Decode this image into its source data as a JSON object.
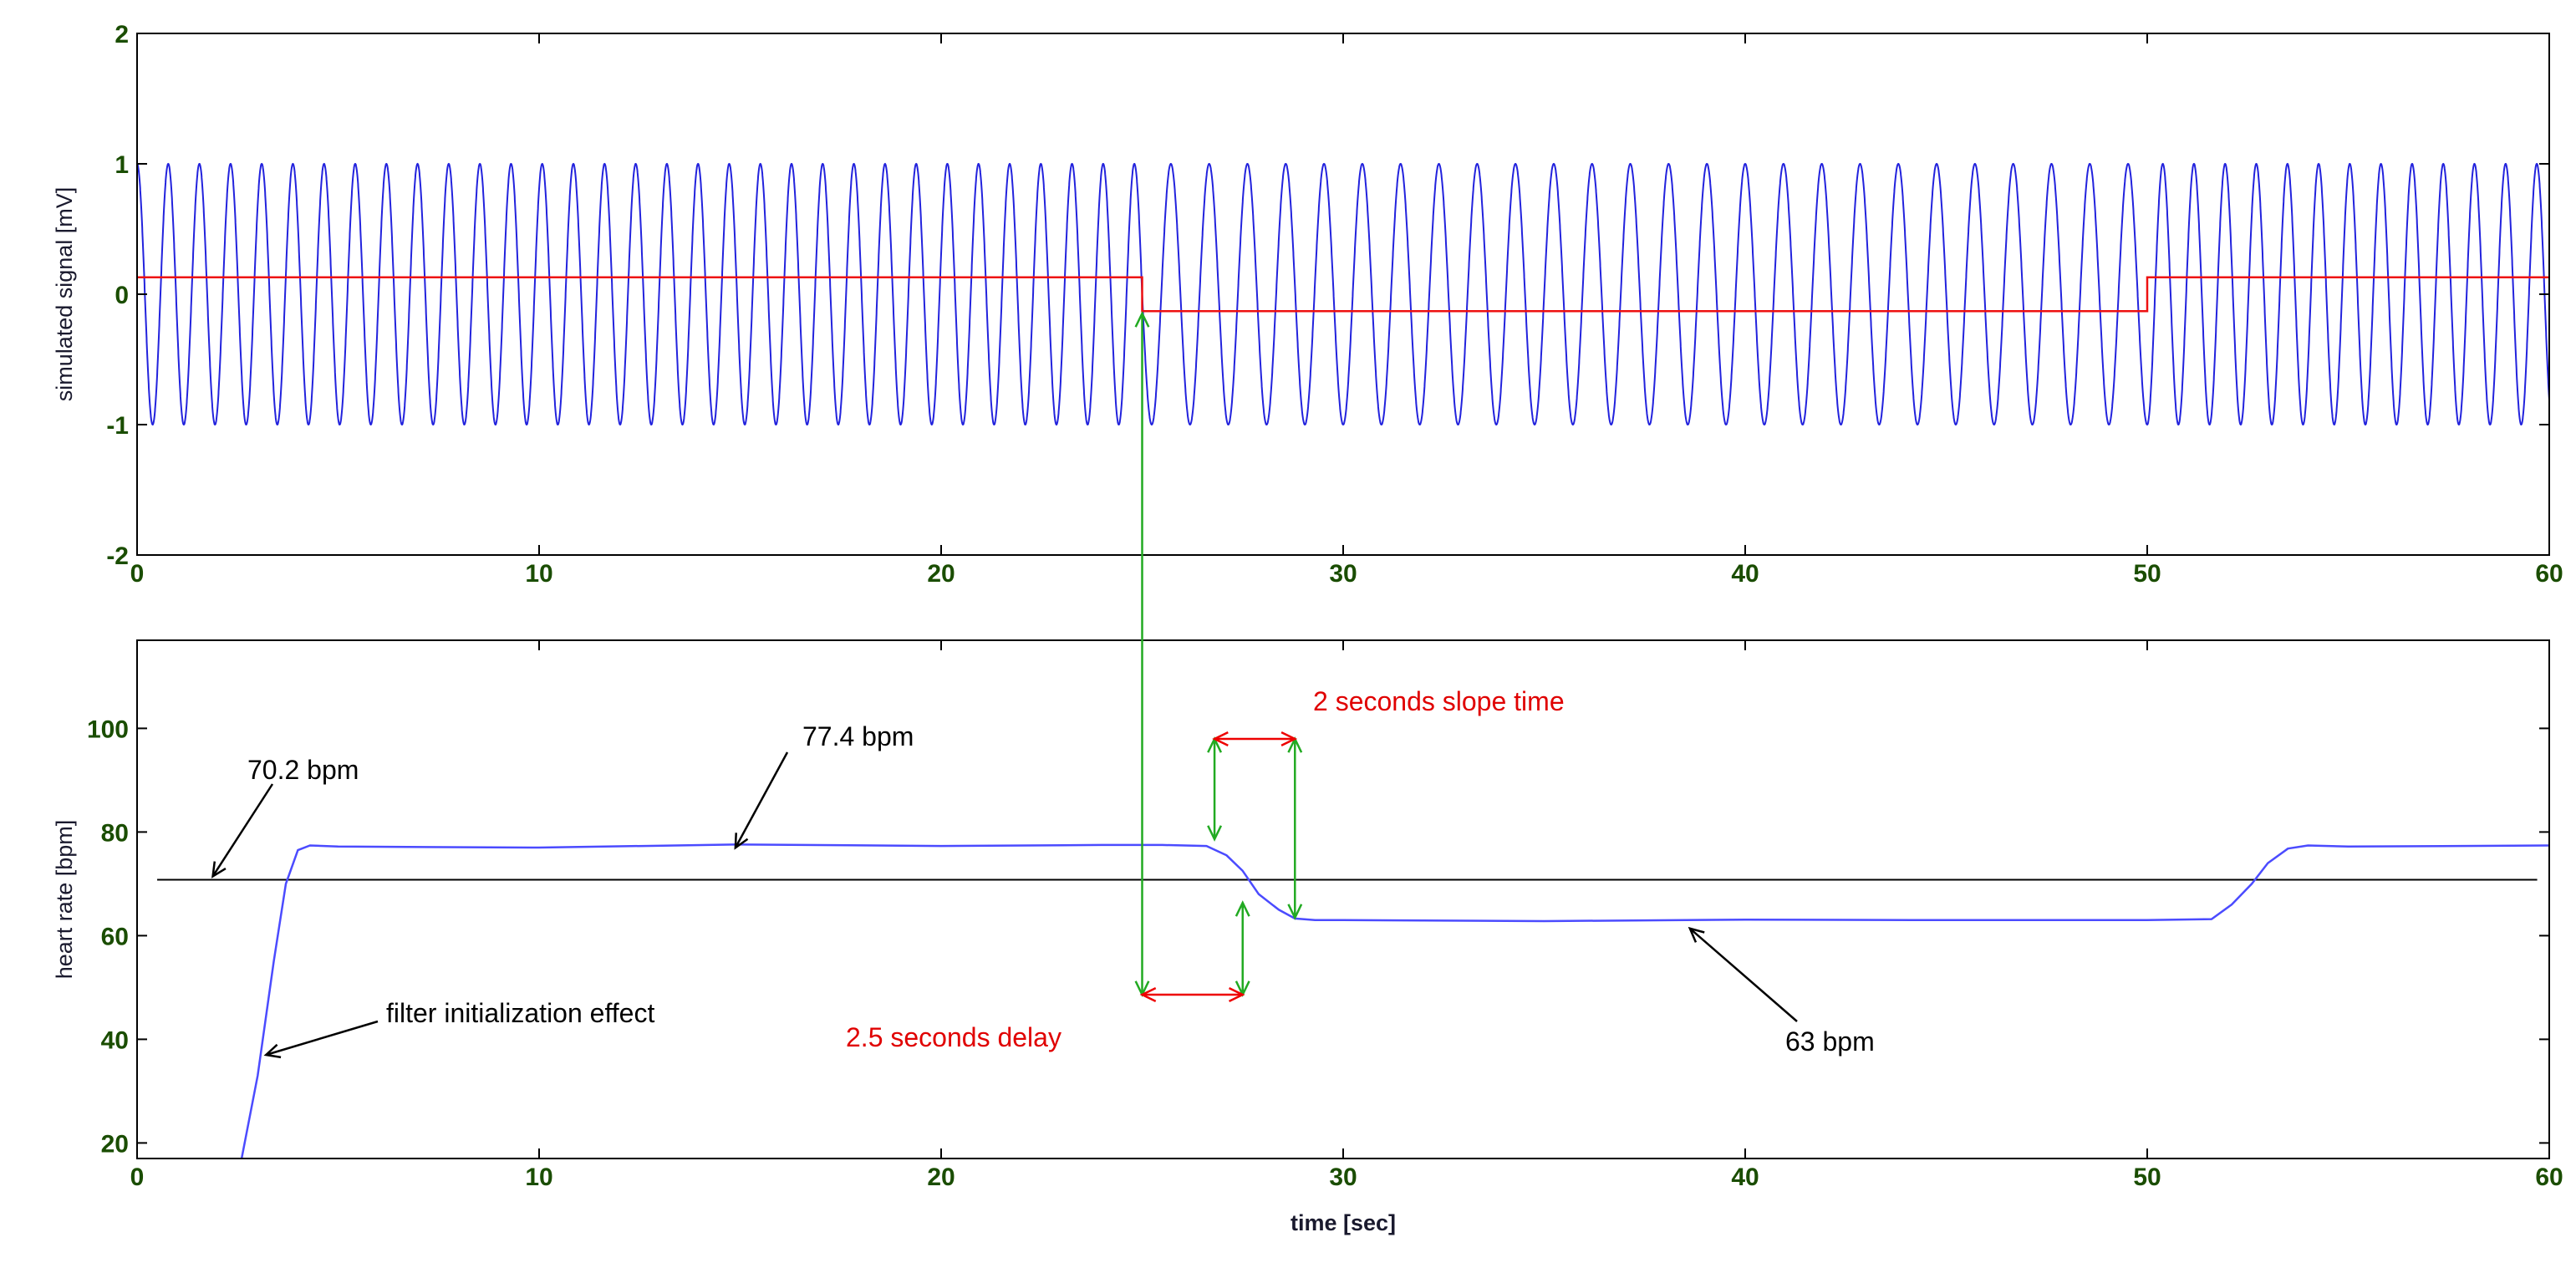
{
  "colors": {
    "signal": "#2222dd",
    "step": "#ee1111",
    "heart_rate": "#4b4bff",
    "mean_line": "#000000",
    "annotation_red": "#e00000",
    "annotation_arrow_black": "#000000",
    "annotation_arrow_green": "#22aa22",
    "annotation_arrow_red": "#ee0000",
    "tick_text": "#1a4d00"
  },
  "chart_data": [
    {
      "type": "line",
      "panel": "top",
      "xlim": [
        0,
        60
      ],
      "ylim": [
        -2,
        2
      ],
      "xticks": [
        "0",
        "10",
        "20",
        "30",
        "40",
        "50",
        "60"
      ],
      "yticks": [
        "-2",
        "-1",
        "0",
        "1",
        "2"
      ],
      "xlabel": "",
      "ylabel": "simulated signal [mV]",
      "grid": false,
      "series": [
        {
          "kind": "sinusoid",
          "amplitude": 1,
          "segments": [
            {
              "t_start": 0,
              "t_end": 25,
              "rate_bpm": 77.4
            },
            {
              "t_start": 25,
              "t_end": 50,
              "rate_bpm": 63
            },
            {
              "t_start": 50,
              "t_end": 60,
              "rate_bpm": 77.4
            }
          ]
        },
        {
          "kind": "step",
          "x": [
            0,
            25,
            25,
            50,
            50,
            60
          ],
          "y": [
            0.13,
            0.13,
            -0.13,
            -0.13,
            0.13,
            0.13
          ]
        }
      ]
    },
    {
      "type": "line",
      "panel": "bottom",
      "xlim": [
        0,
        60
      ],
      "ylim": [
        17,
        117
      ],
      "xticks": [
        "0",
        "10",
        "20",
        "30",
        "40",
        "50",
        "60"
      ],
      "yticks": [
        "20",
        "40",
        "60",
        "80",
        "100"
      ],
      "xlabel": "time [sec]",
      "ylabel": "heart rate [bpm]",
      "grid": false,
      "series": [
        {
          "kind": "heart_rate",
          "x": [
            2.6,
            3.0,
            3.4,
            3.7,
            4.0,
            4.3,
            5,
            10,
            15,
            20,
            24,
            25.5,
            26.6,
            27.1,
            27.5,
            27.9,
            28.4,
            28.8,
            29.3,
            30,
            35,
            40,
            45,
            50,
            51.6,
            52.1,
            52.6,
            53.0,
            53.5,
            54.0,
            55,
            60
          ],
          "y": [
            17,
            33,
            55,
            70,
            76.5,
            77.4,
            77.2,
            77.0,
            77.6,
            77.3,
            77.5,
            77.5,
            77.3,
            75.5,
            72.5,
            68,
            65,
            63.3,
            63,
            63,
            62.8,
            63.1,
            63,
            63,
            63.2,
            66,
            70,
            74,
            76.8,
            77.4,
            77.2,
            77.4
          ]
        },
        {
          "kind": "mean",
          "x": [
            0.5,
            59.7
          ],
          "y": [
            70.8,
            70.8
          ]
        }
      ],
      "annotations": [
        {
          "text": "70.2 bpm",
          "arrow_to": [
            1.8,
            70.8
          ]
        },
        {
          "text": "77.4 bpm",
          "arrow_to": [
            14.8,
            77.6
          ]
        },
        {
          "text": "filter initialization effect",
          "arrow_to": [
            3.0,
            37
          ]
        },
        {
          "text": "63 bpm",
          "arrow_to": [
            38.5,
            63
          ]
        },
        {
          "text": "2 seconds slope time",
          "span": [
            26.8,
            28.8
          ]
        },
        {
          "text": "2.5 seconds delay",
          "span": [
            25,
            27.5
          ]
        }
      ]
    }
  ]
}
